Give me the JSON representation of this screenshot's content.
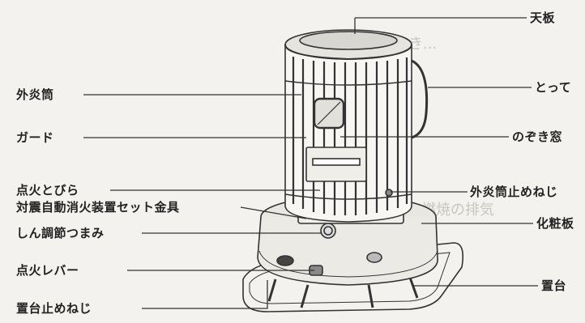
{
  "labels": {
    "left": {
      "outer_cylinder": "外炎筒",
      "guard": "ガード",
      "ignition_door": "点火とびら",
      "quake_fitting": "対震自動消火装置セット金具",
      "wick_knob": "しん調節つまみ",
      "ignition_lever": "点火レバー",
      "base_screw": "置台止めねじ"
    },
    "right": {
      "top_plate": "天板",
      "handle": "とって",
      "window": "のぞき窓",
      "cylinder_screw": "外炎筒止めねじ",
      "cosmetic_plate": "化粧板",
      "stand": "置台"
    }
  },
  "colors": {
    "line": "#333333",
    "label": "#222222",
    "paper": "#f4f2ee",
    "faint": "#c9c6c0"
  }
}
